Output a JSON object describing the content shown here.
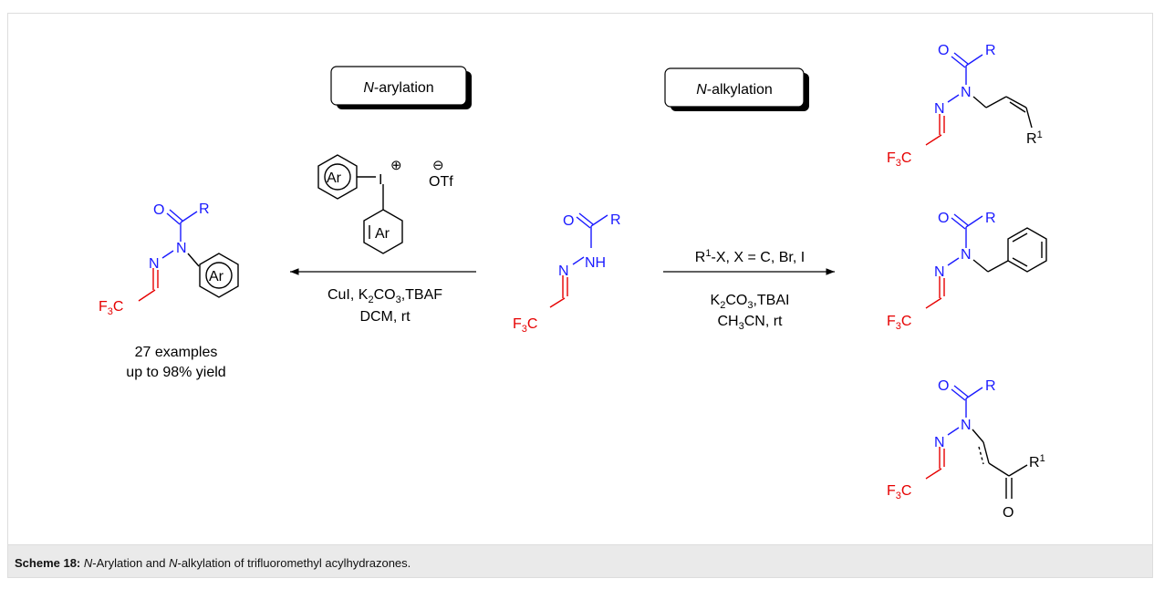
{
  "boxes": {
    "arylation_italic": "N",
    "arylation_rest": "-arylation",
    "alkylation_italic": "N",
    "alkylation_rest": "-alkylation"
  },
  "atoms": {
    "O": "O",
    "R": "R",
    "N": "N",
    "NH": "NH",
    "F": "F",
    "three": "3",
    "C": "C",
    "Ar": "Ar",
    "I": "I",
    "OTf": "OTf",
    "plus": "⊕",
    "minus": "⊖",
    "R1_base": "R",
    "R1_sup": "1"
  },
  "left_conditions": {
    "line1_a": "CuI, K",
    "line1_sub1": "2",
    "line1_b": "CO",
    "line1_sub2": "3",
    "line1_c": ",TBAF",
    "line2": "DCM, rt"
  },
  "right_conditions": {
    "line1_a": "R",
    "line1_sup": "1",
    "line1_b": "-X, X = C, Br, I",
    "line2_a": "K",
    "line2_sub1": "2",
    "line2_b": "CO",
    "line2_sub2": "3",
    "line2_c": ",TBAI",
    "line3_a": "CH",
    "line3_sub": "3",
    "line3_b": "CN, rt"
  },
  "summary": {
    "line1": "27 examples",
    "line2": "up to 98% yield"
  },
  "caption": {
    "label": "Scheme 18:",
    "italic1": "N",
    "text1": "-Arylation and ",
    "italic2": "N",
    "text2": "-alkylation of trifluoromethyl acylhydrazones."
  },
  "colors": {
    "blue": "#1a1aff",
    "red": "#e60000",
    "black": "#000000"
  }
}
